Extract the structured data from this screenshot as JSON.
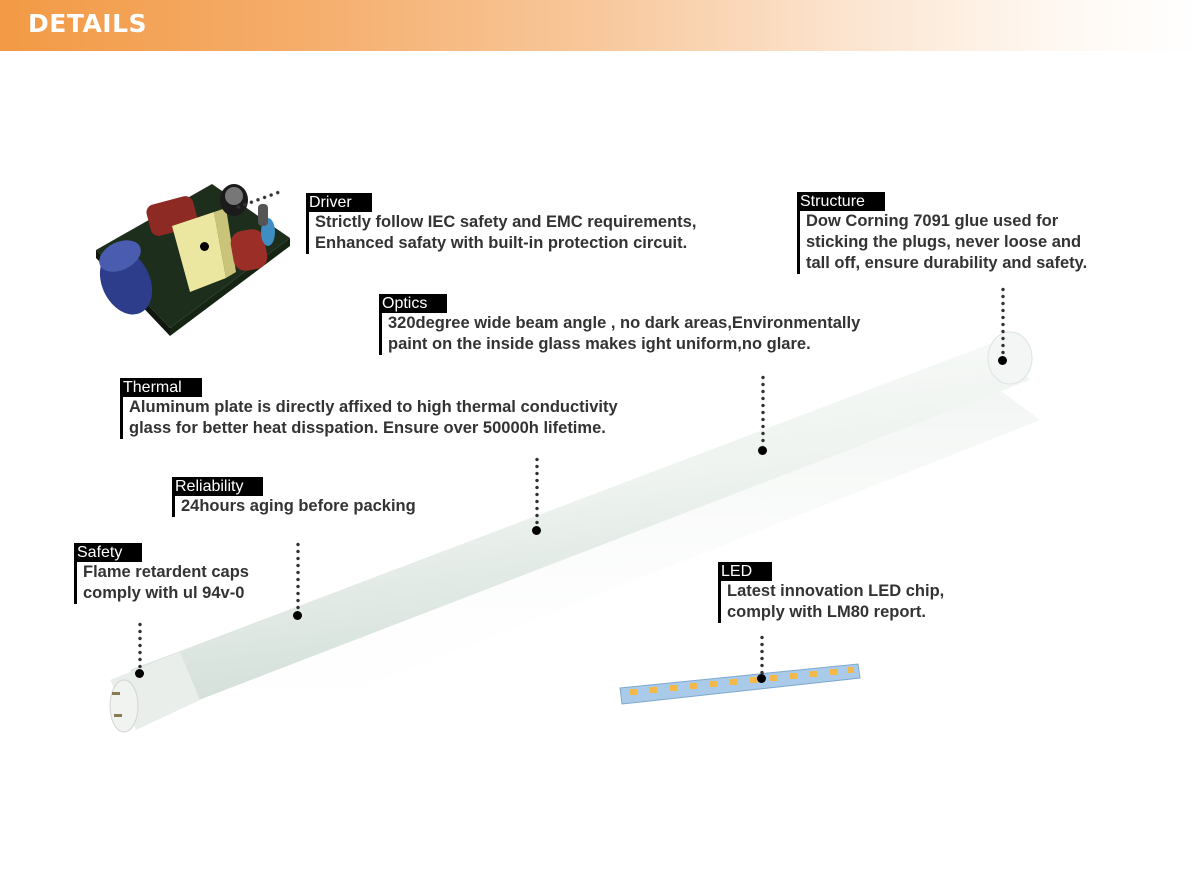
{
  "header": {
    "title": "DETAILS",
    "gradient_start": "#f29a45",
    "gradient_end": "#ffffff"
  },
  "callouts": {
    "driver": {
      "label": "Driver",
      "lines": [
        "Strictly follow IEC safety  and EMC requirements,",
        "Enhanced safaty with built-in protection circuit."
      ]
    },
    "structure": {
      "label": "Structure",
      "lines": [
        "Dow Corning 7091 glue used for",
        "sticking the plugs, never loose and",
        "tall off, ensure durability and safety."
      ]
    },
    "optics": {
      "label": "Optics",
      "lines": [
        "320degree wide beam angle , no dark areas,Environmentally",
        "paint on the inside glass makes ight uniform,no glare."
      ]
    },
    "thermal": {
      "label": "Thermal",
      "lines": [
        "Aluminum plate is directly affixed to high thermal conductivity",
        "glass for better heat disspation. Ensure over 50000h lifetime."
      ]
    },
    "reliability": {
      "label": "Reliability",
      "lines": [
        "24hours aging before packing"
      ]
    },
    "safety": {
      "label": "Safety",
      "lines": [
        "Flame retardent caps",
        "comply with ul 94v-0"
      ]
    },
    "led": {
      "label": "LED",
      "lines": [
        "Latest innovation LED chip,",
        "comply with LM80 report."
      ]
    }
  },
  "images": {
    "driver_board": "driver-circuit-board",
    "tube": "led-tube-light",
    "led_strip": "led-chip-strip"
  }
}
